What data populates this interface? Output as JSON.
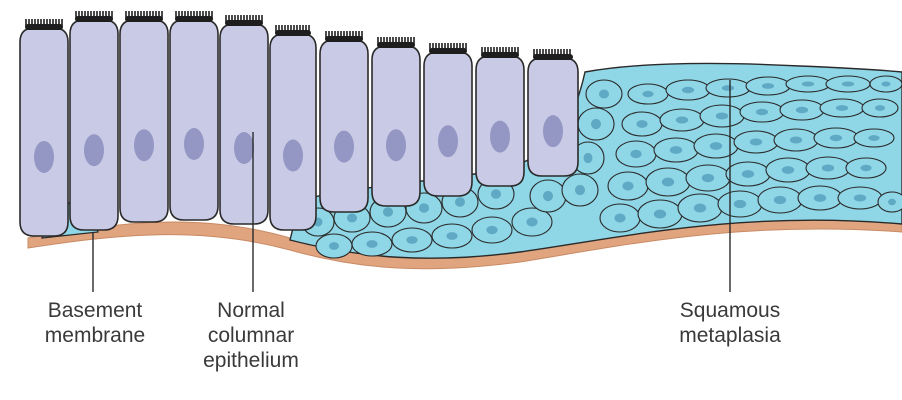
{
  "labels": {
    "basement_membrane": [
      "Basement",
      "membrane"
    ],
    "normal_columnar_epithelium": [
      "Normal",
      "columnar",
      "epithelium"
    ],
    "squamous_metaplasia": [
      "Squamous",
      "metaplasia"
    ]
  },
  "colors": {
    "columnar_cell": "#c9cbe6",
    "columnar_nucleus": "#8e90c0",
    "squamous_cell": "#8fd6e6",
    "squamous_nucleus": "#5fa9c4",
    "basement_membrane": "#e0a57f",
    "cilia": "#1e1e1e",
    "outline": "#2a2a2a"
  }
}
